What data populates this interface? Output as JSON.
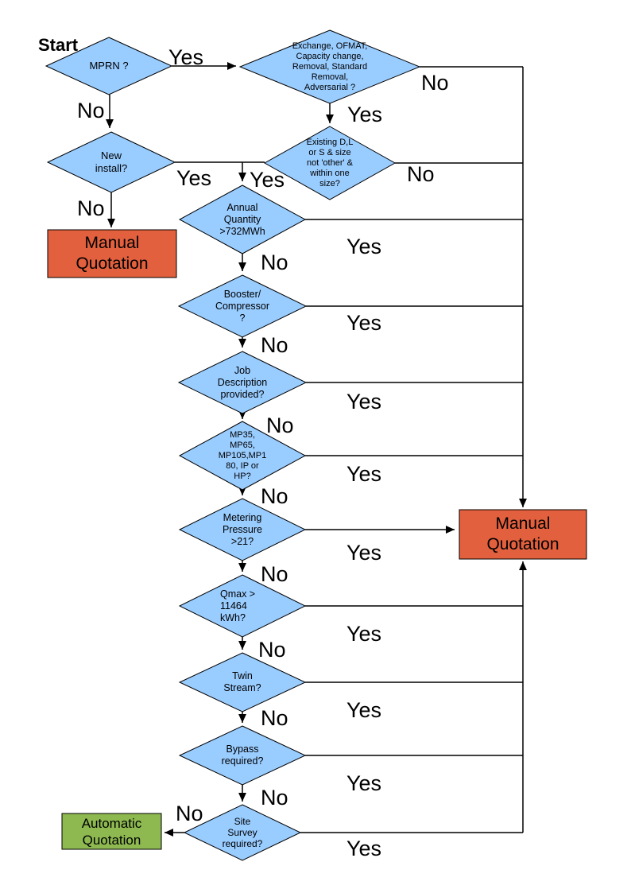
{
  "diagram": {
    "start_label": "Start",
    "edge_labels": {
      "yes": "Yes",
      "no": "No"
    },
    "colors": {
      "decision_fill": "#99CCFF",
      "manual_fill": "#E2603D",
      "automatic_fill": "#8DB950",
      "line": "#000000"
    },
    "decisions": {
      "mprn": {
        "label_lines": [
          "MPRN ?"
        ]
      },
      "exchange": {
        "label_lines": [
          "Exchange, OFMAT,",
          "Capacity change,",
          "Removal, Standard",
          "Removal,",
          "Adversarial ?"
        ]
      },
      "new_install": {
        "label_lines": [
          "New",
          "install?"
        ]
      },
      "existing": {
        "label_lines": [
          "Existing D,L",
          "or S & size",
          "not 'other' &",
          "within one",
          "size?"
        ]
      },
      "annual": {
        "label_lines": [
          "Annual",
          "Quantity",
          ">732MWh"
        ]
      },
      "booster": {
        "label_lines": [
          "Booster/",
          "Compressor",
          "?"
        ]
      },
      "job": {
        "label_lines": [
          "Job",
          "Description",
          "provided?"
        ]
      },
      "mp35": {
        "label_lines": [
          "MP35,",
          "MP65,",
          "MP105,MP1",
          "80, IP or",
          "HP?"
        ]
      },
      "metering": {
        "label_lines": [
          "Metering",
          "Pressure",
          ">21?"
        ]
      },
      "qmax": {
        "label_lines": [
          "Qmax >",
          "11464",
          "kWh?"
        ]
      },
      "twin": {
        "label_lines": [
          "Twin",
          "Stream?"
        ]
      },
      "bypass": {
        "label_lines": [
          "Bypass",
          "required?"
        ]
      },
      "site": {
        "label_lines": [
          "Site",
          "Survey",
          "required?"
        ]
      }
    },
    "terminals": {
      "manual_left": {
        "label_lines": [
          "Manual",
          "Quotation"
        ]
      },
      "manual_right": {
        "label_lines": [
          "Manual",
          "Quotation"
        ]
      },
      "automatic": {
        "label_lines": [
          "Automatic",
          "Quotation"
        ]
      }
    }
  }
}
